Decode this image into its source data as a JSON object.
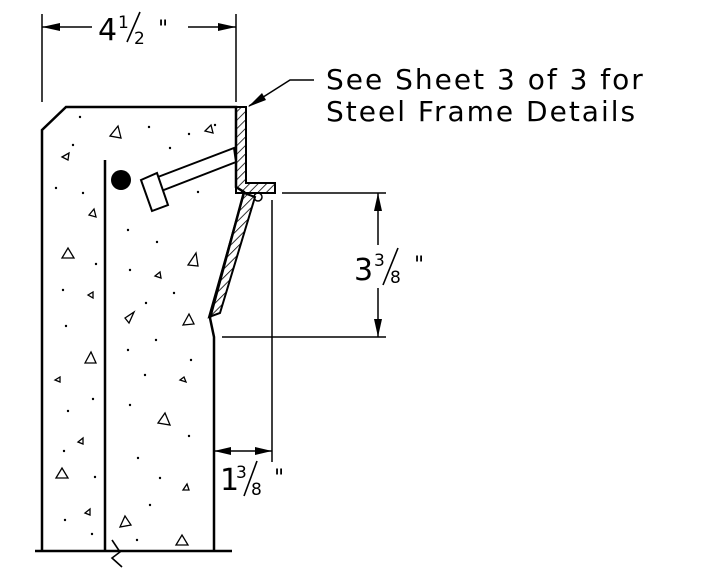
{
  "callout": {
    "line1": "See Sheet 3 of 3 for",
    "line2": "Steel Frame Details"
  },
  "dimensions": {
    "top_width": {
      "whole": "4",
      "num": "1",
      "den": "2",
      "unit": "\""
    },
    "vertical": {
      "whole": "3",
      "num": "3",
      "den": "8",
      "unit": "\""
    },
    "offset": {
      "whole": "1",
      "num": "3",
      "den": "8",
      "unit": "\""
    }
  }
}
